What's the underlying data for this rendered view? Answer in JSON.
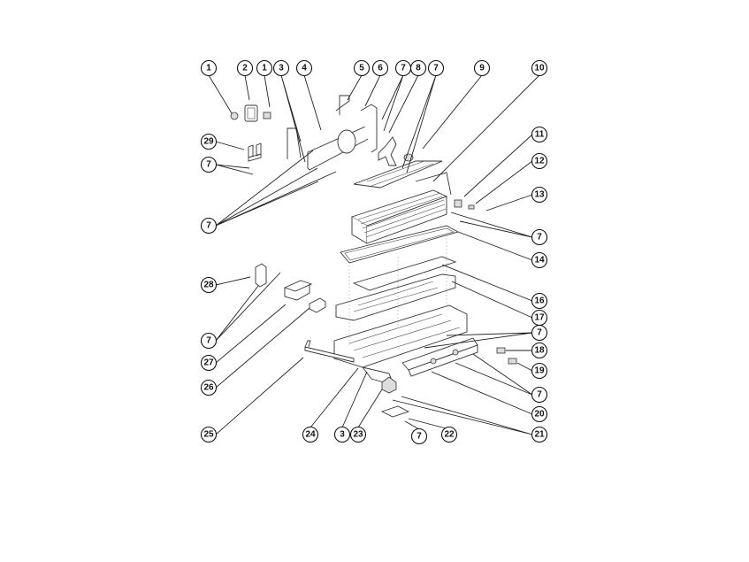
{
  "diagram": {
    "type": "exploded-parts-view",
    "callouts": [
      {
        "id": "c1a",
        "label": "1"
      },
      {
        "id": "c2",
        "label": "2"
      },
      {
        "id": "c1b",
        "label": "1"
      },
      {
        "id": "c3a",
        "label": "3"
      },
      {
        "id": "c4",
        "label": "4"
      },
      {
        "id": "c5",
        "label": "5"
      },
      {
        "id": "c6",
        "label": "6"
      },
      {
        "id": "c7a",
        "label": "7"
      },
      {
        "id": "c8",
        "label": "8"
      },
      {
        "id": "c7b",
        "label": "7"
      },
      {
        "id": "c9",
        "label": "9"
      },
      {
        "id": "c10",
        "label": "10"
      },
      {
        "id": "c29",
        "label": "29"
      },
      {
        "id": "c7c",
        "label": "7"
      },
      {
        "id": "c7d",
        "label": "7"
      },
      {
        "id": "c11",
        "label": "11"
      },
      {
        "id": "c12",
        "label": "12"
      },
      {
        "id": "c13",
        "label": "13"
      },
      {
        "id": "c7e",
        "label": "7"
      },
      {
        "id": "c14",
        "label": "14"
      },
      {
        "id": "c16",
        "label": "16"
      },
      {
        "id": "c17",
        "label": "17"
      },
      {
        "id": "c7f",
        "label": "7"
      },
      {
        "id": "c18",
        "label": "18"
      },
      {
        "id": "c19",
        "label": "19"
      },
      {
        "id": "c7g",
        "label": "7"
      },
      {
        "id": "c20",
        "label": "20"
      },
      {
        "id": "c21",
        "label": "21"
      },
      {
        "id": "c28",
        "label": "28"
      },
      {
        "id": "c7h",
        "label": "7"
      },
      {
        "id": "c27",
        "label": "27"
      },
      {
        "id": "c26",
        "label": "26"
      },
      {
        "id": "c25",
        "label": "25"
      },
      {
        "id": "c24",
        "label": "24"
      },
      {
        "id": "c3b",
        "label": "3"
      },
      {
        "id": "c23",
        "label": "23"
      },
      {
        "id": "c7i",
        "label": "7"
      },
      {
        "id": "c22",
        "label": "22"
      }
    ]
  }
}
